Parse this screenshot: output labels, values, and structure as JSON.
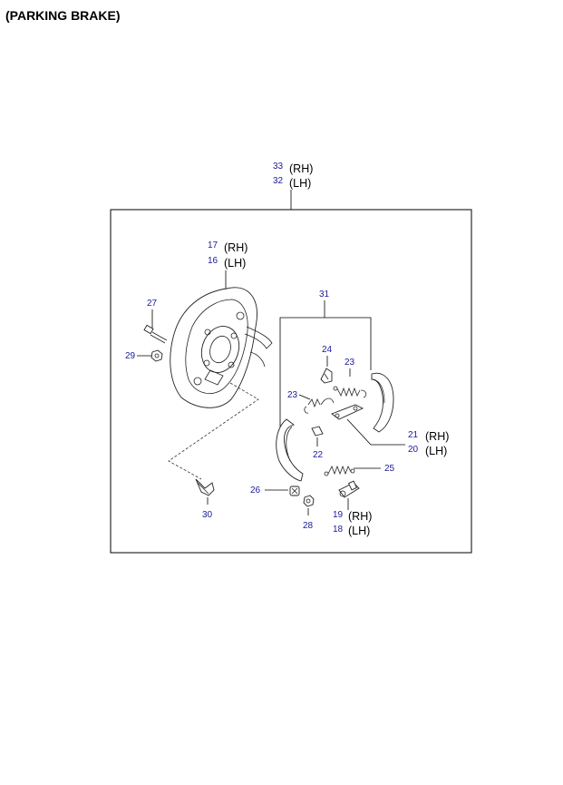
{
  "title": "(PARKING BRAKE)",
  "assembly": {
    "rh": {
      "num": "33",
      "side": "(RH)"
    },
    "lh": {
      "num": "32",
      "side": "(LH)"
    }
  },
  "callouts": {
    "p17": "17",
    "p16": "16",
    "p27": "27",
    "p29": "29",
    "p31": "31",
    "p24": "24",
    "p23a": "23",
    "p23b": "23",
    "p22": "22",
    "p21": "21",
    "p20": "20",
    "p25": "25",
    "p26": "26",
    "p28": "28",
    "p30": "30",
    "p19": "19",
    "p18": "18"
  },
  "sides": {
    "rh": "(RH)",
    "lh": "(LH)"
  },
  "colors": {
    "number_text": "#1a1a9a",
    "line": "#000000"
  }
}
